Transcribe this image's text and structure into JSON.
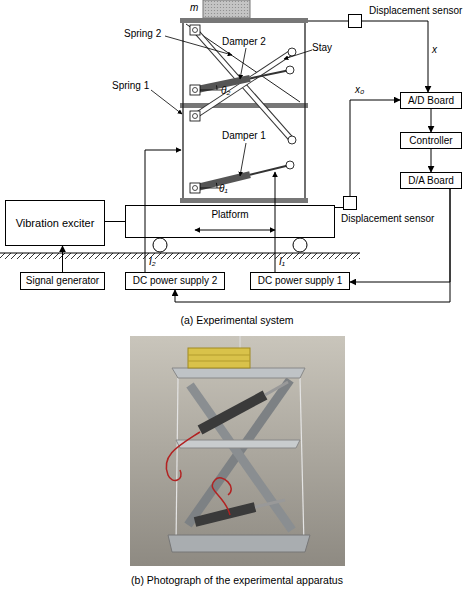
{
  "diagram": {
    "nodes": [
      {
        "text": [
          "Displacement sensor"
        ]
      },
      {
        "text": [
          "A/D Board"
        ]
      },
      {
        "text": [
          "Controller"
        ]
      },
      {
        "text": [
          "Displacement sensor"
        ]
      },
      {
        "text": [
          "D/A Board"
        ]
      },
      {
        "text": [
          "Platform"
        ]
      },
      {
        "text": [
          "Vibration exciter"
        ]
      },
      {
        "text": [
          "Signal generator"
        ]
      },
      {
        "text": [
          "DC power supply 2"
        ]
      },
      {
        "text": [
          "DC power supply 1"
        ]
      }
    ],
    "edges": [
      {
        "from": 0,
        "to": 1,
        "arrow": "to",
        "label": "x"
      },
      {
        "from": 3,
        "to": 1,
        "arrow": "to",
        "label": "x₀"
      },
      {
        "from": 1,
        "to": 2,
        "arrow": "to"
      },
      {
        "from": 2,
        "to": 4,
        "arrow": "to"
      },
      {
        "from": 4,
        "to": 9,
        "arrow": "to"
      },
      {
        "from": 4,
        "to": 8,
        "arrow": "to"
      },
      {
        "from": 5,
        "to": 3,
        "arrow": "none"
      },
      {
        "from": 6,
        "to": 5,
        "arrow": "none"
      },
      {
        "from": 7,
        "to": 6,
        "arrow": "to"
      }
    ],
    "labels": [
      "m",
      "Spring 2",
      "Damper 2",
      "Spring 1",
      "Stay",
      "θ₂",
      "Damper 1",
      "θ₁",
      "I₂",
      "I₁",
      "(a) Experimental system",
      "(b) Photograph of the experimental apparatus"
    ]
  }
}
